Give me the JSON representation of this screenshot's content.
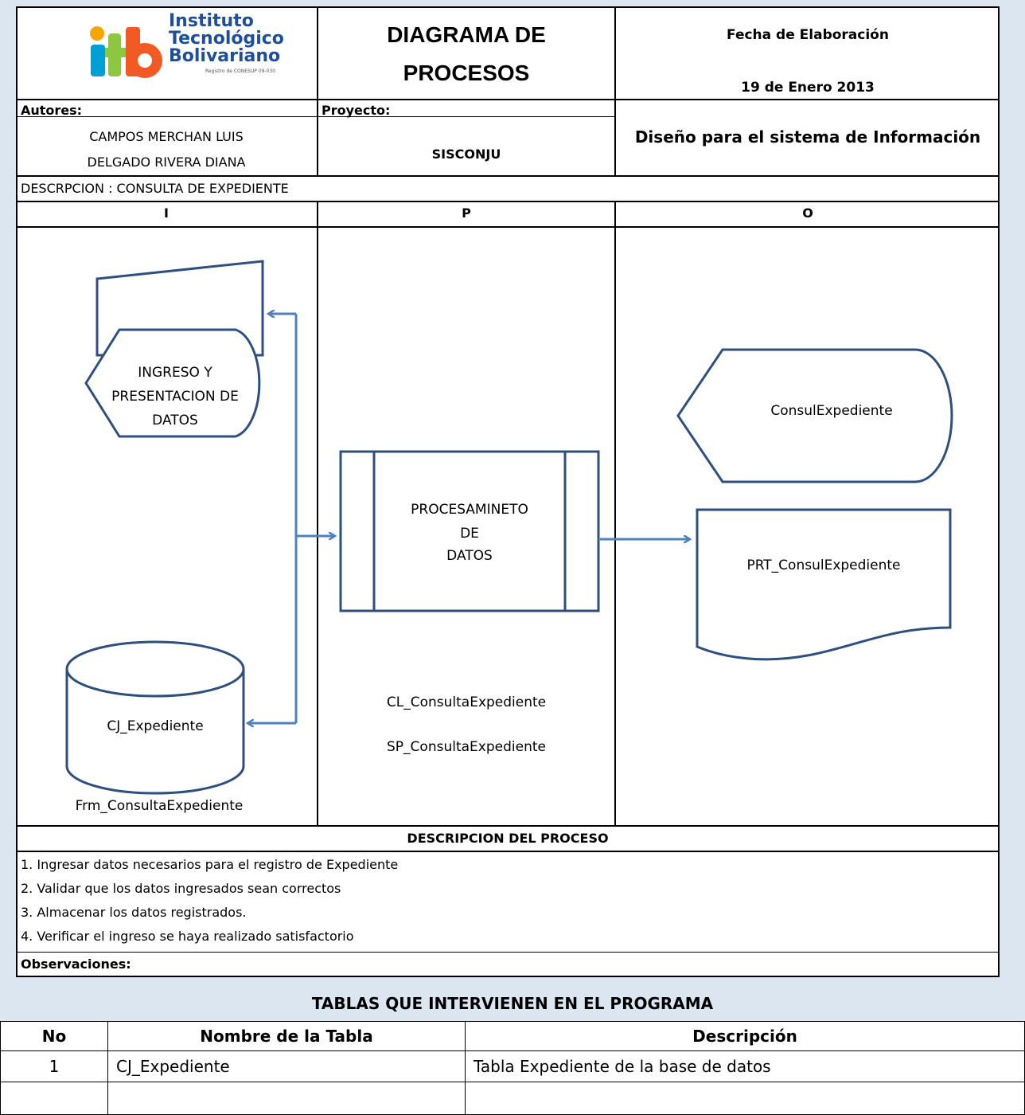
{
  "header": {
    "logo_text_1": "Instituto",
    "logo_text_2": "Tecnológico",
    "logo_text_3": "Bolivariano",
    "logo_small": "Registro de CONESUP 09-030",
    "doc_title_1": "DIAGRAMA DE",
    "doc_title_2": "PROCESOS",
    "fecha_label": "Fecha de Elaboración",
    "fecha_value": "19 de Enero 2013"
  },
  "authors": {
    "label": "Autores:",
    "names": [
      "CAMPOS MERCHAN LUIS",
      "DELGADO RIVERA DIANA"
    ]
  },
  "project": {
    "label": "Proyecto:",
    "name": "SISCONJU",
    "design": "Diseño para el sistema de Información"
  },
  "description": "DESCRPCION :  CONSULTA DE EXPEDIENTE",
  "columns": [
    "I",
    "P",
    "O"
  ],
  "diagram": {
    "input_display": [
      "INGRESO Y",
      "PRESENTACION DE",
      "DATOS"
    ],
    "database": "CJ_Expediente",
    "form": "Frm_ConsultaExpediente",
    "process": [
      "PROCESAMINETO",
      "DE",
      "DATOS"
    ],
    "procedures": [
      "CL_ConsultaExpediente",
      "SP_ConsultaExpediente"
    ],
    "output_display": "ConsulExpediente",
    "output_document": "PRT_ConsulExpediente"
  },
  "process_description": {
    "title": "DESCRIPCION DEL PROCESO",
    "steps": [
      "1.  Ingresar datos necesarios para el registro de Expediente",
      "2.  Validar que los datos ingresados sean correctos",
      "3.  Almacenar los datos registrados.",
      "4.   Verificar el ingreso se haya realizado satisfactorio"
    ],
    "observations_label": "Observaciones:"
  },
  "tables": {
    "title": "TABLAS QUE INTERVIENEN EN EL PROGRAMA",
    "headers": [
      "No",
      "Nombre de la Tabla",
      "Descripción"
    ],
    "rows": [
      [
        "1",
        "CJ_Expediente",
        "Tabla Expediente de la base de datos"
      ],
      [
        "",
        "",
        ""
      ]
    ]
  },
  "colors": {
    "shape_stroke": "#2f4f7f",
    "arrow": "#4f81bd",
    "background": "#dce6f1"
  }
}
